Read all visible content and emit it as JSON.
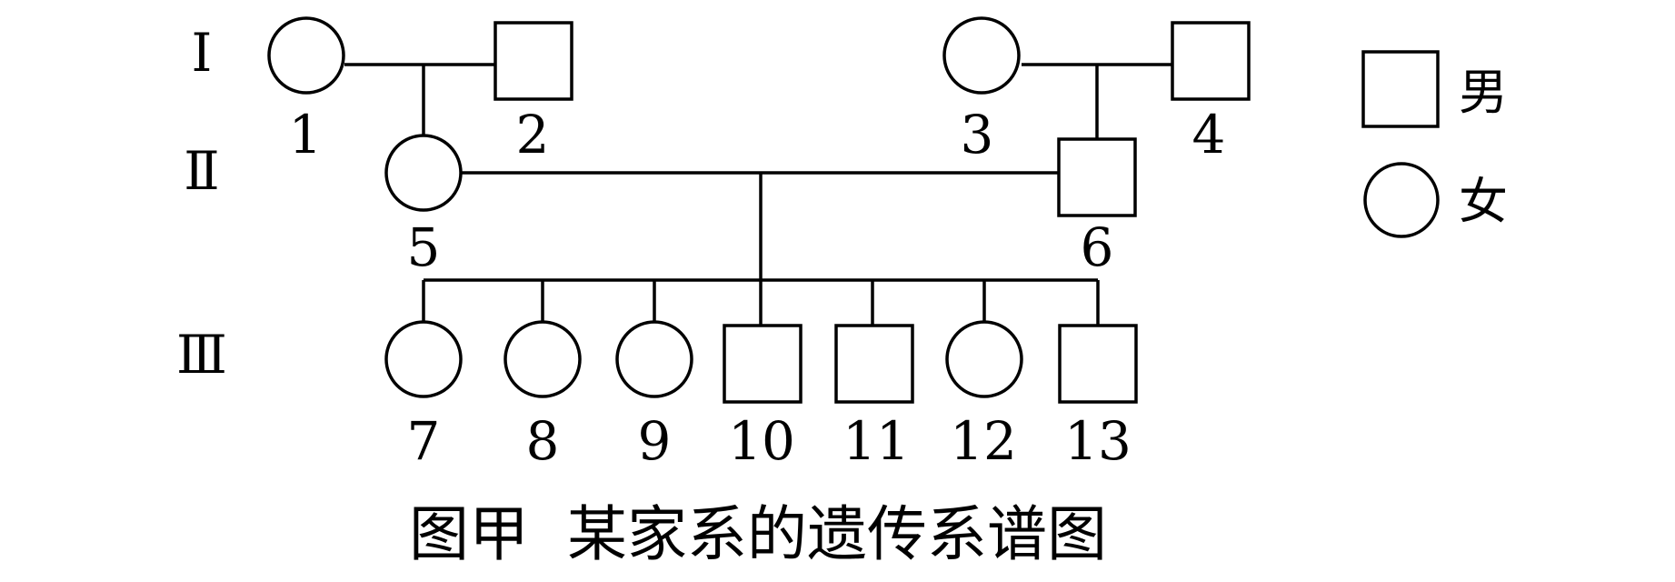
{
  "generations": [
    "Ⅰ",
    "Ⅱ",
    "Ⅲ"
  ],
  "individuals": [
    {
      "id": "1",
      "sex": "female"
    },
    {
      "id": "2",
      "sex": "male"
    },
    {
      "id": "3",
      "sex": "female"
    },
    {
      "id": "4",
      "sex": "male"
    },
    {
      "id": "5",
      "sex": "female"
    },
    {
      "id": "6",
      "sex": "male"
    },
    {
      "id": "7",
      "sex": "female"
    },
    {
      "id": "8",
      "sex": "female"
    },
    {
      "id": "9",
      "sex": "female"
    },
    {
      "id": "10",
      "sex": "male"
    },
    {
      "id": "11",
      "sex": "male"
    },
    {
      "id": "12",
      "sex": "female"
    },
    {
      "id": "13",
      "sex": "male"
    }
  ],
  "legend": {
    "male": "男",
    "female": "女"
  },
  "caption": "图甲  某家系的遗传系谱图"
}
